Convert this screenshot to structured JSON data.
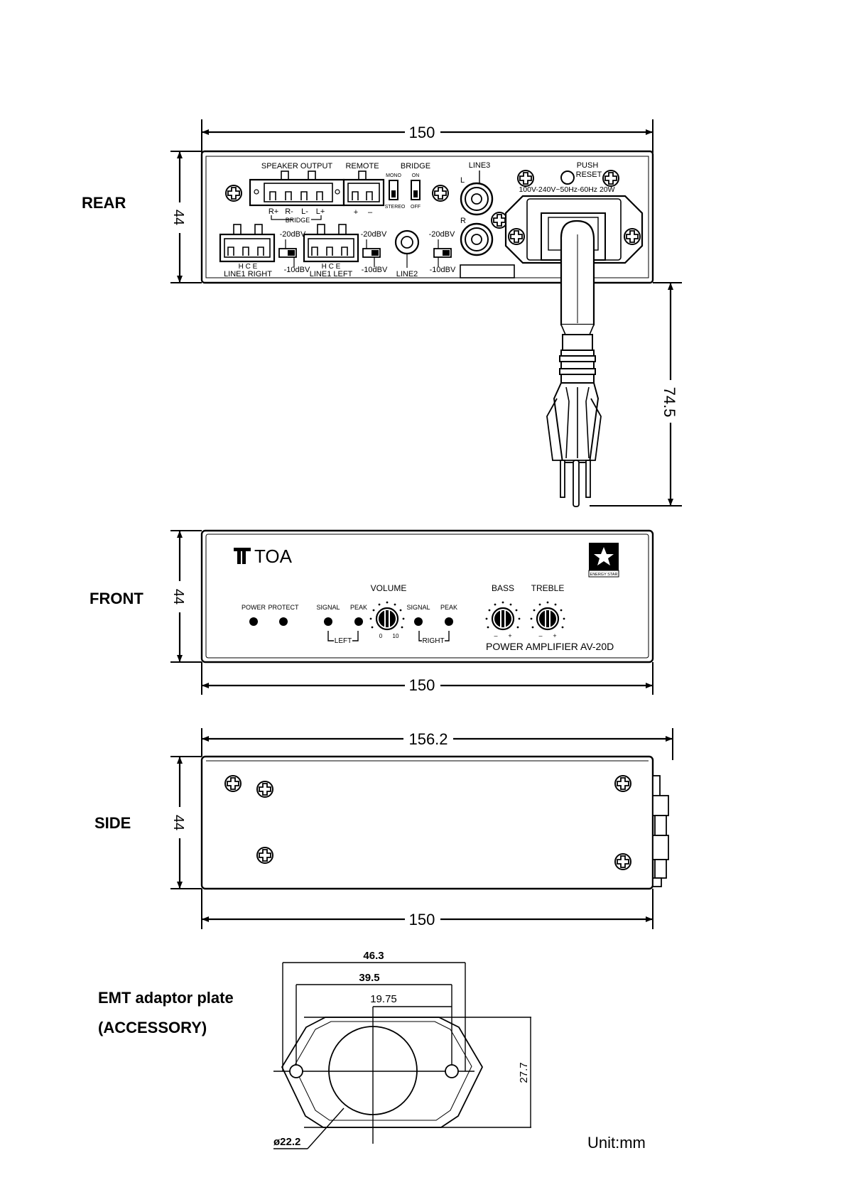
{
  "views": {
    "rear": {
      "label": "REAR",
      "width_dim": "150",
      "height_dim": "44",
      "cord_dim": "74.5",
      "texts": {
        "speaker_output": "SPEAKER OUTPUT",
        "remote": "REMOTE",
        "bridge": "BRIDGE",
        "mono": "MONO",
        "stereo": "STEREO",
        "on": "ON",
        "off": "OFF",
        "line3": "LINE3",
        "push": "PUSH",
        "reset": "RESET",
        "power_rating": "100V-240V~50Hz-60Hz 20W",
        "l": "L",
        "r": "R",
        "r_plus": "R+",
        "r_minus": "R-",
        "l_minus": "L-",
        "l_plus": "L+",
        "bridge_sub": "BRIDGE",
        "plus": "+",
        "minus": "–",
        "db20_a": "-20dBV",
        "db10_a": "-10dBV",
        "db20_b": "-20dBV",
        "db10_b": "-10dBV",
        "db20_c": "-20dBV",
        "db10_c": "-10dBV",
        "hce_right": "H  C  E",
        "hce_left": "H  C  E",
        "line1_right": "LINE1 RIGHT",
        "line1_left": "LINE1 LEFT",
        "line2": "LINE2"
      }
    },
    "front": {
      "label": "FRONT",
      "width_dim": "150",
      "height_dim": "44",
      "texts": {
        "brand": "TOA",
        "energy_star": "ENERGY STAR",
        "volume": "VOLUME",
        "bass": "BASS",
        "treble": "TREBLE",
        "power": "POWER",
        "protect": "PROTECT",
        "signal_left": "SIGNAL",
        "peak_left": "PEAK",
        "signal_right": "SIGNAL",
        "peak_right": "PEAK",
        "left": "LEFT",
        "right": "RIGHT",
        "vol_min": "0",
        "vol_max": "10",
        "model": "POWER AMPLIFIER AV-20D",
        "bass_minus": "–",
        "bass_plus": "+",
        "treble_minus": "–",
        "treble_plus": "+"
      }
    },
    "side": {
      "label": "SIDE",
      "depth_dim": "156.2",
      "width_dim": "150",
      "height_dim": "44"
    },
    "emt": {
      "label_line1": "EMT adaptor plate",
      "label_line2": "(ACCESSORY)",
      "dim_463": "46.3",
      "dim_395": "39.5",
      "dim_1975": "19.75",
      "dim_277": "27.7",
      "dim_dia": "ø22.2"
    }
  },
  "unit": "Unit:mm"
}
